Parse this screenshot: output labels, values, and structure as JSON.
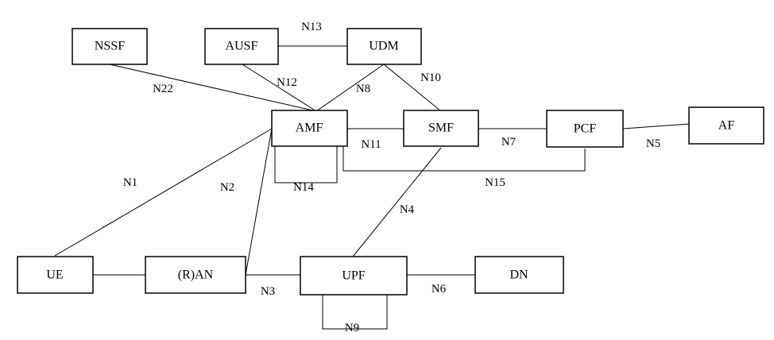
{
  "nodes": {
    "nssf": "NSSF",
    "ausf": "AUSF",
    "udm": "UDM",
    "amf": "AMF",
    "smf": "SMF",
    "pcf": "PCF",
    "af": "AF",
    "ue": "UE",
    "ran": "(R)AN",
    "upf": "UPF",
    "dn": "DN"
  },
  "interfaces": {
    "n13": "N13",
    "n22": "N22",
    "n12": "N12",
    "n8": "N8",
    "n10": "N10",
    "n11": "N11",
    "n7": "N7",
    "n5": "N5",
    "n14": "N14",
    "n15": "N15",
    "n1": "N1",
    "n2": "N2",
    "n4": "N4",
    "n3": "N3",
    "n6": "N6",
    "n9": "N9"
  }
}
